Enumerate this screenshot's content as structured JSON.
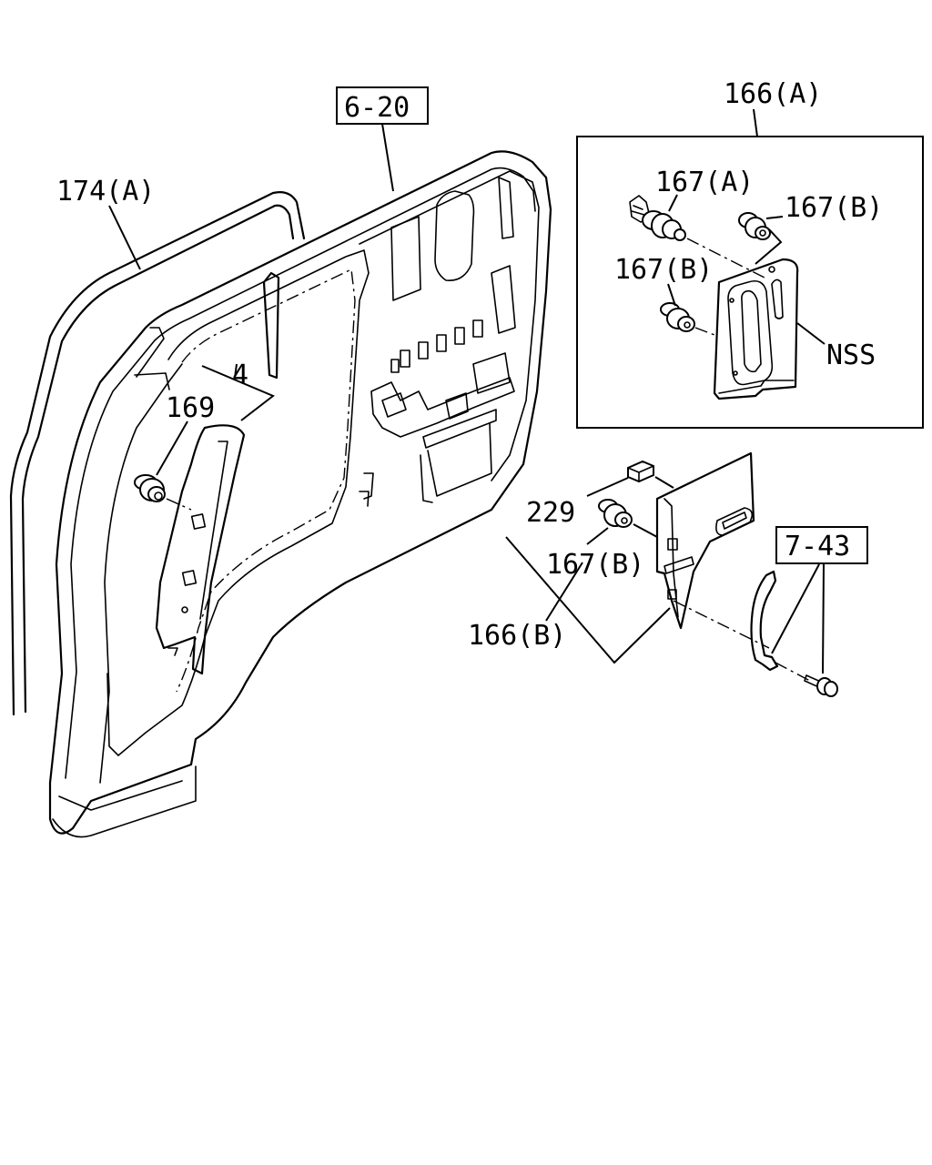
{
  "callouts": {
    "ref_6_20": "6-20",
    "part_174a": "174(A)",
    "part_166a": "166(A)",
    "part_167a": "167(A)",
    "part_167b_top": "167(B)",
    "part_167b_mid": "167(B)",
    "nss": "NSS",
    "part_4": "4",
    "part_169": "169",
    "part_229": "229",
    "part_167b_low": "167(B)",
    "part_166b": "166(B)",
    "ref_7_43": "7-43"
  }
}
